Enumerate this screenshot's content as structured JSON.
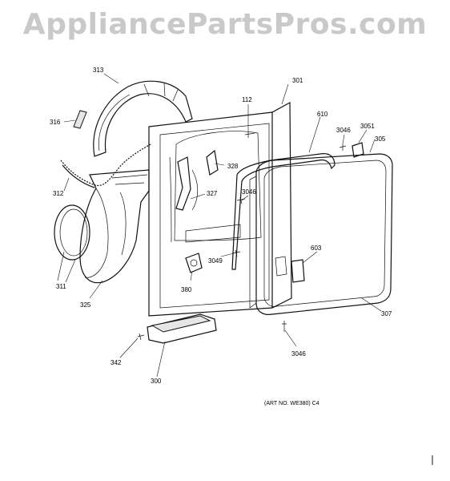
{
  "watermark": "AppliancePartsPros.com",
  "art_number": "(ART NO. WE380) C4",
  "part_labels": {
    "p313": "313",
    "p301": "301",
    "p112": "112",
    "p610": "610",
    "p3046a": "3046",
    "p3051": "3051",
    "p305": "305",
    "p316": "316",
    "p328": "328",
    "p312": "312",
    "p327": "327",
    "p3046b": "3046",
    "p311": "311",
    "p603": "603",
    "p3049": "3049",
    "p380": "380",
    "p325": "325",
    "p307": "307",
    "p3046c": "3046",
    "p342": "342",
    "p300": "300"
  }
}
